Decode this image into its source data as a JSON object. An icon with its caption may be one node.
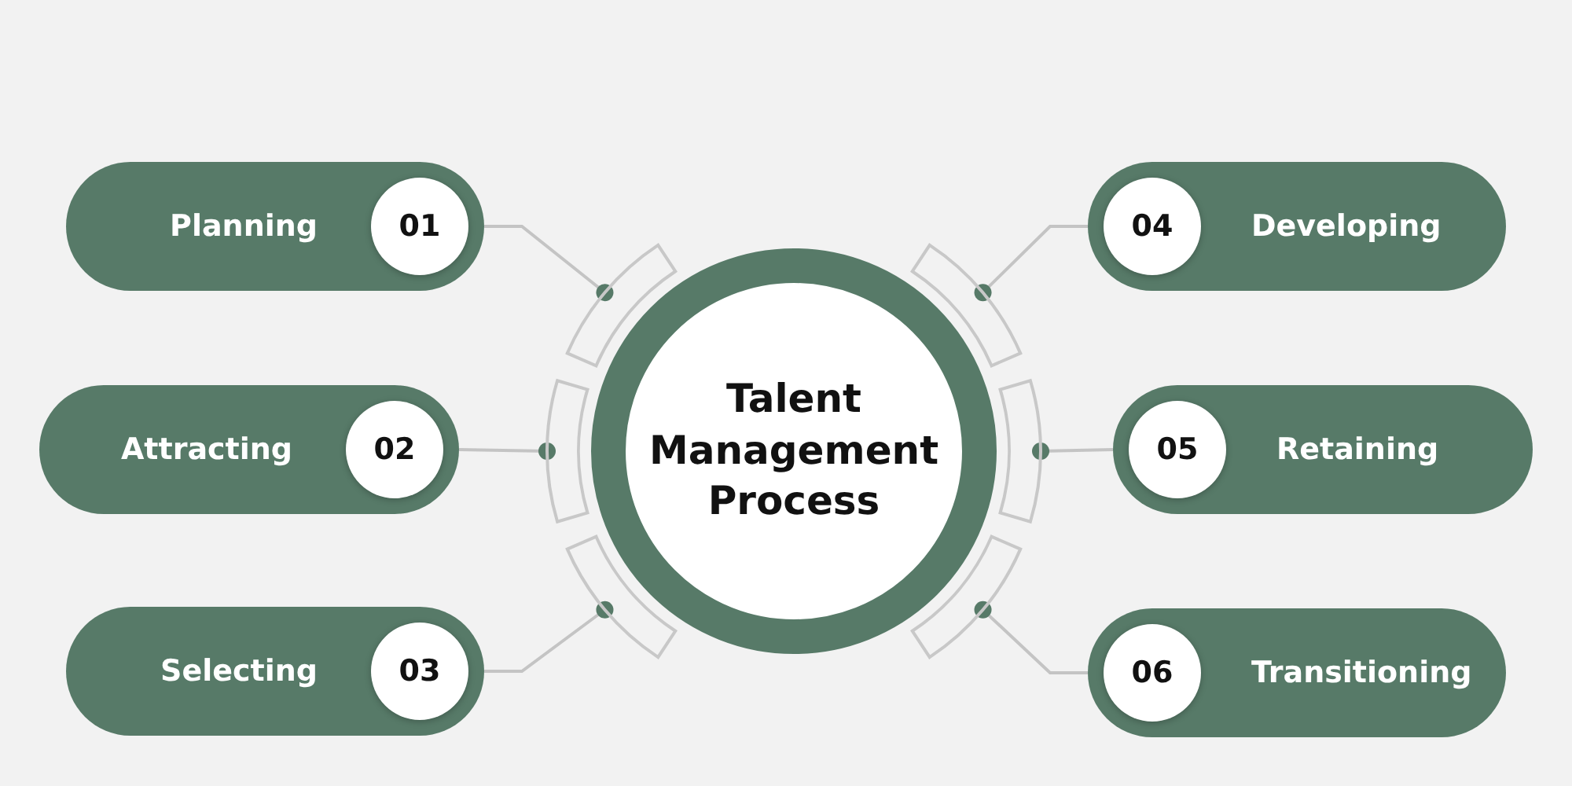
{
  "diagram": {
    "nodes": [
      {
        "text": [
          "Talent Management Process"
        ]
      },
      {
        "text": [
          "Planning",
          "01"
        ]
      },
      {
        "text": [
          "Attracting",
          "02"
        ]
      },
      {
        "text": [
          "Selecting",
          "03"
        ]
      },
      {
        "text": [
          "04",
          "Developing"
        ]
      },
      {
        "text": [
          "05",
          "Retaining"
        ]
      },
      {
        "text": [
          "06",
          "Transitioning"
        ]
      }
    ],
    "edges": [
      {
        "from": 1,
        "to": 0,
        "arrow": "other"
      },
      {
        "from": 2,
        "to": 0,
        "arrow": "other"
      },
      {
        "from": 3,
        "to": 0,
        "arrow": "other"
      },
      {
        "from": 4,
        "to": 0,
        "arrow": "other"
      },
      {
        "from": 5,
        "to": 0,
        "arrow": "other"
      },
      {
        "from": 6,
        "to": 0,
        "arrow": "other"
      }
    ]
  }
}
